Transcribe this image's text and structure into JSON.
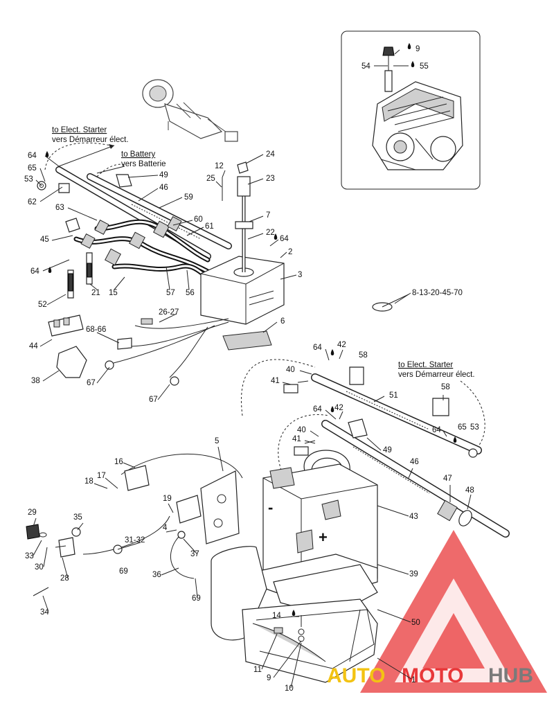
{
  "callouts": [
    {
      "id": "n9a",
      "text": "9"
    },
    {
      "id": "n54",
      "text": "54"
    },
    {
      "id": "n55",
      "text": "55"
    },
    {
      "id": "n24",
      "text": "24"
    },
    {
      "id": "n12",
      "text": "12"
    },
    {
      "id": "n25",
      "text": "25"
    },
    {
      "id": "n23",
      "text": "23"
    },
    {
      "id": "n64a",
      "text": "64"
    },
    {
      "id": "n65a",
      "text": "65"
    },
    {
      "id": "n53a",
      "text": "53"
    },
    {
      "id": "n62",
      "text": "62"
    },
    {
      "id": "n49a",
      "text": "49"
    },
    {
      "id": "n46a",
      "text": "46"
    },
    {
      "id": "n59",
      "text": "59"
    },
    {
      "id": "n63",
      "text": "63"
    },
    {
      "id": "n60",
      "text": "60"
    },
    {
      "id": "n61",
      "text": "61"
    },
    {
      "id": "n7",
      "text": "7"
    },
    {
      "id": "n22",
      "text": "22"
    },
    {
      "id": "n64b",
      "text": "64"
    },
    {
      "id": "n2",
      "text": "2"
    },
    {
      "id": "n45",
      "text": "45"
    },
    {
      "id": "n64c",
      "text": "64"
    },
    {
      "id": "n3",
      "text": "3"
    },
    {
      "id": "n52",
      "text": "52"
    },
    {
      "id": "n21",
      "text": "21"
    },
    {
      "id": "n15",
      "text": "15"
    },
    {
      "id": "n57",
      "text": "57"
    },
    {
      "id": "n56",
      "text": "56"
    },
    {
      "id": "n813",
      "text": "8-13-20-45-70"
    },
    {
      "id": "n2627",
      "text": "26-27"
    },
    {
      "id": "n6",
      "text": "6"
    },
    {
      "id": "n44",
      "text": "44"
    },
    {
      "id": "n6866",
      "text": "68-66"
    },
    {
      "id": "n38",
      "text": "38"
    },
    {
      "id": "n67a",
      "text": "67"
    },
    {
      "id": "n67b",
      "text": "67"
    },
    {
      "id": "n64d",
      "text": "64"
    },
    {
      "id": "n42a",
      "text": "42"
    },
    {
      "id": "n58a",
      "text": "58"
    },
    {
      "id": "n40a",
      "text": "40"
    },
    {
      "id": "n41a",
      "text": "41"
    },
    {
      "id": "n51",
      "text": "51"
    },
    {
      "id": "n58b",
      "text": "58"
    },
    {
      "id": "n64e",
      "text": "64"
    },
    {
      "id": "n42b",
      "text": "42"
    },
    {
      "id": "n40b",
      "text": "40"
    },
    {
      "id": "n41b",
      "text": "41"
    },
    {
      "id": "n49b",
      "text": "49"
    },
    {
      "id": "n64f",
      "text": "64"
    },
    {
      "id": "n65b",
      "text": "65"
    },
    {
      "id": "n53b",
      "text": "53"
    },
    {
      "id": "n46b",
      "text": "46"
    },
    {
      "id": "n47",
      "text": "47"
    },
    {
      "id": "n48",
      "text": "48"
    },
    {
      "id": "n43",
      "text": "43"
    },
    {
      "id": "n5",
      "text": "5"
    },
    {
      "id": "n16",
      "text": "16"
    },
    {
      "id": "n17",
      "text": "17"
    },
    {
      "id": "n18",
      "text": "18"
    },
    {
      "id": "n19",
      "text": "19"
    },
    {
      "id": "n4",
      "text": "4"
    },
    {
      "id": "n29",
      "text": "29"
    },
    {
      "id": "n35",
      "text": "35"
    },
    {
      "id": "n3132",
      "text": "31-32"
    },
    {
      "id": "n33",
      "text": "33"
    },
    {
      "id": "n30",
      "text": "30"
    },
    {
      "id": "n28",
      "text": "28"
    },
    {
      "id": "n69a",
      "text": "69"
    },
    {
      "id": "n37",
      "text": "37"
    },
    {
      "id": "n36",
      "text": "36"
    },
    {
      "id": "n69b",
      "text": "69"
    },
    {
      "id": "n34",
      "text": "34"
    },
    {
      "id": "n39",
      "text": "39"
    },
    {
      "id": "n50",
      "text": "50"
    },
    {
      "id": "n14",
      "text": "14"
    },
    {
      "id": "n11",
      "text": "11"
    },
    {
      "id": "n9b",
      "text": "9"
    },
    {
      "id": "n10",
      "text": "10"
    },
    {
      "id": "n1",
      "text": "1"
    }
  ],
  "notes": {
    "to_elect_starter_top": "to Elect. Starter",
    "vers_demarreur_top": "vers Démarreur élect.",
    "to_battery": "to Battery",
    "vers_batterie": "vers Batterie",
    "to_elect_starter_right": "to Elect. Starter",
    "vers_demarreur_right": "vers Démarreur élect."
  },
  "battery_symbols": {
    "minus": "-",
    "plus": "+"
  },
  "watermark": {
    "auto": "AUTO",
    "moto": "MOTO",
    "hub": "HUB"
  },
  "colors": {
    "watermark_red": "#e8383a",
    "watermark_yellow": "#f3c313",
    "watermark_gray": "#7a7a7a"
  }
}
